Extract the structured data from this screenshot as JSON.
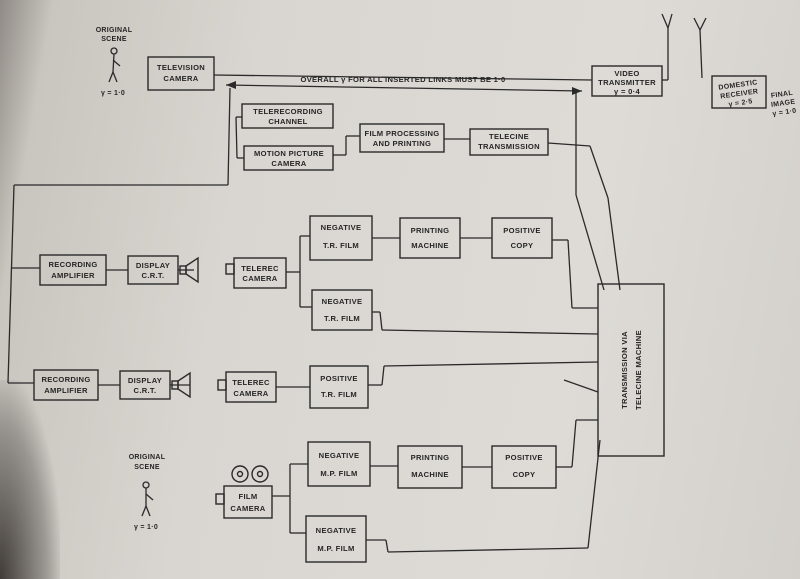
{
  "overall_note": "OVERALL γ FOR ALL INSERTED LINKS MUST BE 1·0",
  "top_chain": {
    "original_scene": [
      "ORIGINAL",
      "SCENE"
    ],
    "scene_gamma": "γ = 1·0",
    "television_camera": [
      "TELEVISION",
      "CAMERA"
    ],
    "video_transmitter": [
      "VIDEO",
      "TRANSMITTER",
      "γ = 0·4"
    ],
    "domestic_receiver": [
      "DOMESTIC",
      "RECEIVER",
      "γ = 2·5"
    ],
    "final_image": [
      "FINAL",
      "IMAGE",
      "γ = 1·0"
    ]
  },
  "telerecording": {
    "channel": [
      "TELERECORDING",
      "CHANNEL"
    ],
    "motion_picture_camera": [
      "MOTION PICTURE",
      "CAMERA"
    ],
    "film_processing": [
      "FILM PROCESSING",
      "AND PRINTING"
    ],
    "telecine": [
      "TELECINE",
      "TRANSMISSION"
    ]
  },
  "chain_a": {
    "recording_amplifier": [
      "RECORDING",
      "AMPLIFIER"
    ],
    "display_crt": [
      "DISPLAY",
      "C.R.T."
    ],
    "telerec_camera": [
      "TELEREC",
      "CAMERA"
    ],
    "negative_tr_film_1": [
      "NEGATIVE",
      "T.R. FILM"
    ],
    "printing_machine": [
      "PRINTING",
      "MACHINE"
    ],
    "positive_copy": [
      "POSITIVE",
      "COPY"
    ],
    "negative_tr_film_2": [
      "NEGATIVE",
      "T.R. FILM"
    ]
  },
  "chain_b": {
    "recording_amplifier": [
      "RECORDING",
      "AMPLIFIER"
    ],
    "display_crt": [
      "DISPLAY",
      "C.R.T."
    ],
    "telerec_camera": [
      "TELEREC",
      "CAMERA"
    ],
    "positive_tr_film": [
      "POSITIVE",
      "T.R. FILM"
    ]
  },
  "transmission": [
    "TRANSMISSION VIA",
    "TELECINE MACHINE"
  ],
  "film_chain": {
    "original_scene": [
      "ORIGINAL",
      "SCENE"
    ],
    "scene_gamma": "γ = 1·0",
    "film_camera": [
      "FILM",
      "CAMERA"
    ],
    "negative_mp_film_1": [
      "NEGATIVE",
      "M.P. FILM"
    ],
    "printing_machine": [
      "PRINTING",
      "MACHINE"
    ],
    "positive_copy": [
      "POSITIVE",
      "COPY"
    ],
    "negative_mp_film_2": [
      "NEGATIVE",
      "M.P. FILM"
    ]
  },
  "icons": [
    "stick-figure-icon",
    "antenna-icon",
    "crt-screen-icon",
    "film-camera-icon"
  ]
}
